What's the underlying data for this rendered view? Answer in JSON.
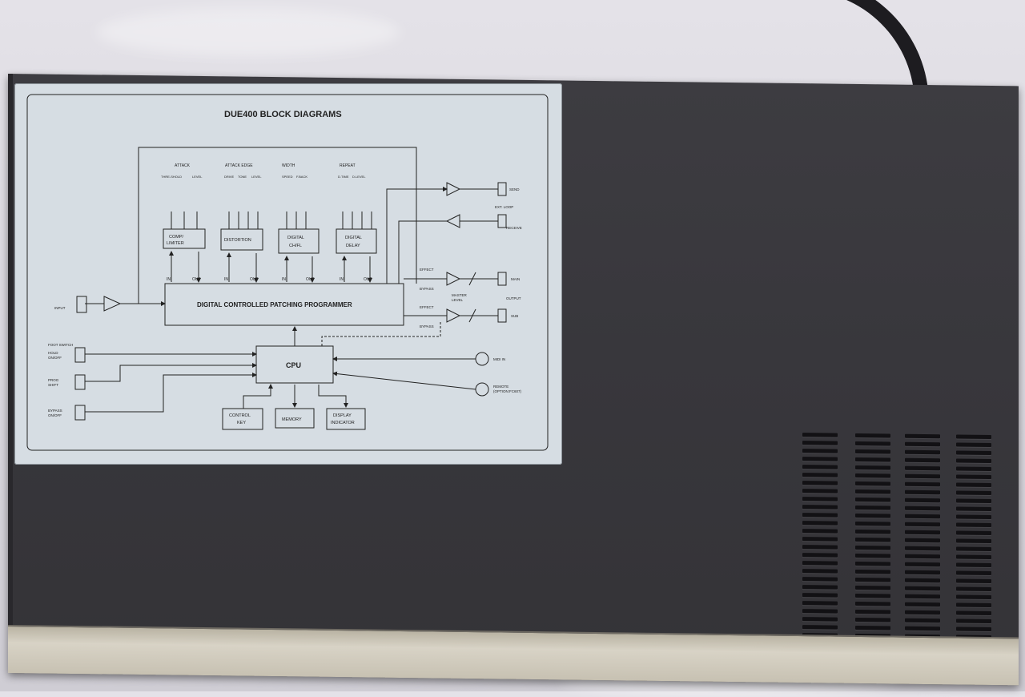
{
  "diagram": {
    "title": "DUE400  BLOCK DIAGRAMS",
    "modules": [
      {
        "id": "comp",
        "line1": "COMP/",
        "line2": "LIMITER",
        "knob_labels": [
          "THRE-SHOLD",
          "LEVEL"
        ],
        "header": "ATTACK"
      },
      {
        "id": "dist",
        "line1": "DISTORTION",
        "line2": "",
        "knob_labels": [
          "DRIVE",
          "TONE",
          "LEVEL"
        ],
        "header": "ATTACK EDGE"
      },
      {
        "id": "chfl",
        "line1": "DIGITAL",
        "line2": "CH/FL",
        "knob_labels": [
          "SPEED",
          "F.BACK"
        ],
        "header": "WIDTH"
      },
      {
        "id": "delay",
        "line1": "DIGITAL",
        "line2": "DELAY",
        "knob_labels": [
          "D.TIME",
          "D.LEVEL"
        ],
        "header": "REPEAT"
      }
    ],
    "io_in": "IN",
    "io_out": "OUT",
    "patching": "DIGITAL CONTROLLED PATCHING PROGRAMMER",
    "cpu": "CPU",
    "control_key": [
      "CONTROL",
      "KEY"
    ],
    "memory": "MEMORY",
    "display": [
      "DISPLAY",
      "INDICATOR"
    ],
    "input": "INPUT",
    "footswitch": "FOOT SWITCH",
    "fs_hold": [
      "HOLD",
      "ON/OFF"
    ],
    "fs_prog": [
      "PROG",
      "SHIFT"
    ],
    "fs_bypass": [
      "BYPASS",
      "ON/OFF"
    ],
    "effect": "EFFECT",
    "bypass": "BYPASS",
    "master_level": [
      "MASTER",
      "LEVEL"
    ],
    "send": "SEND",
    "receive": "RECEIVE",
    "ext_loop": "EXT. LOOP",
    "main": "MAIN",
    "output": "OUTPUT",
    "sub": "SUB",
    "midi_in": "MIDI IN",
    "remote": [
      "REMOTE",
      "(OPTION:FC607)"
    ]
  },
  "colors": {
    "chassis": "#38373c",
    "plate": "#d6dde3",
    "trim": "#c7c1b2",
    "ink": "#222222"
  }
}
